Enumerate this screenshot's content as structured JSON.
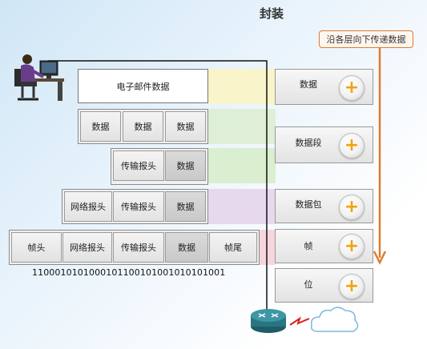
{
  "title": "封装",
  "direction_label": "沿各层向下传递数据",
  "rows": {
    "email": "电子邮件数据",
    "data_row": [
      "数据",
      "数据",
      "数据"
    ],
    "segment": [
      "传输报头",
      "数据"
    ],
    "packet": [
      "网络报头",
      "传输报头",
      "数据"
    ],
    "frame": [
      "帧头",
      "网络报头",
      "传输报头",
      "数据",
      "帧尾"
    ]
  },
  "bits": "1100010101000101100101001010101001",
  "layers": [
    "数据",
    "数据段",
    "数据包",
    "帧",
    "位"
  ],
  "icons": [
    "person-computer-icon",
    "router-icon",
    "cloud-icon",
    "plus-icon",
    "arrow-down-icon"
  ],
  "colors": {
    "arrow": "#e07a2e",
    "plus": "#f0a214",
    "band_yellow": "#fbf3bf",
    "band_green": "#d6ecc8",
    "band_purple": "#e4d2ea",
    "band_pink": "#f6cfd6"
  }
}
